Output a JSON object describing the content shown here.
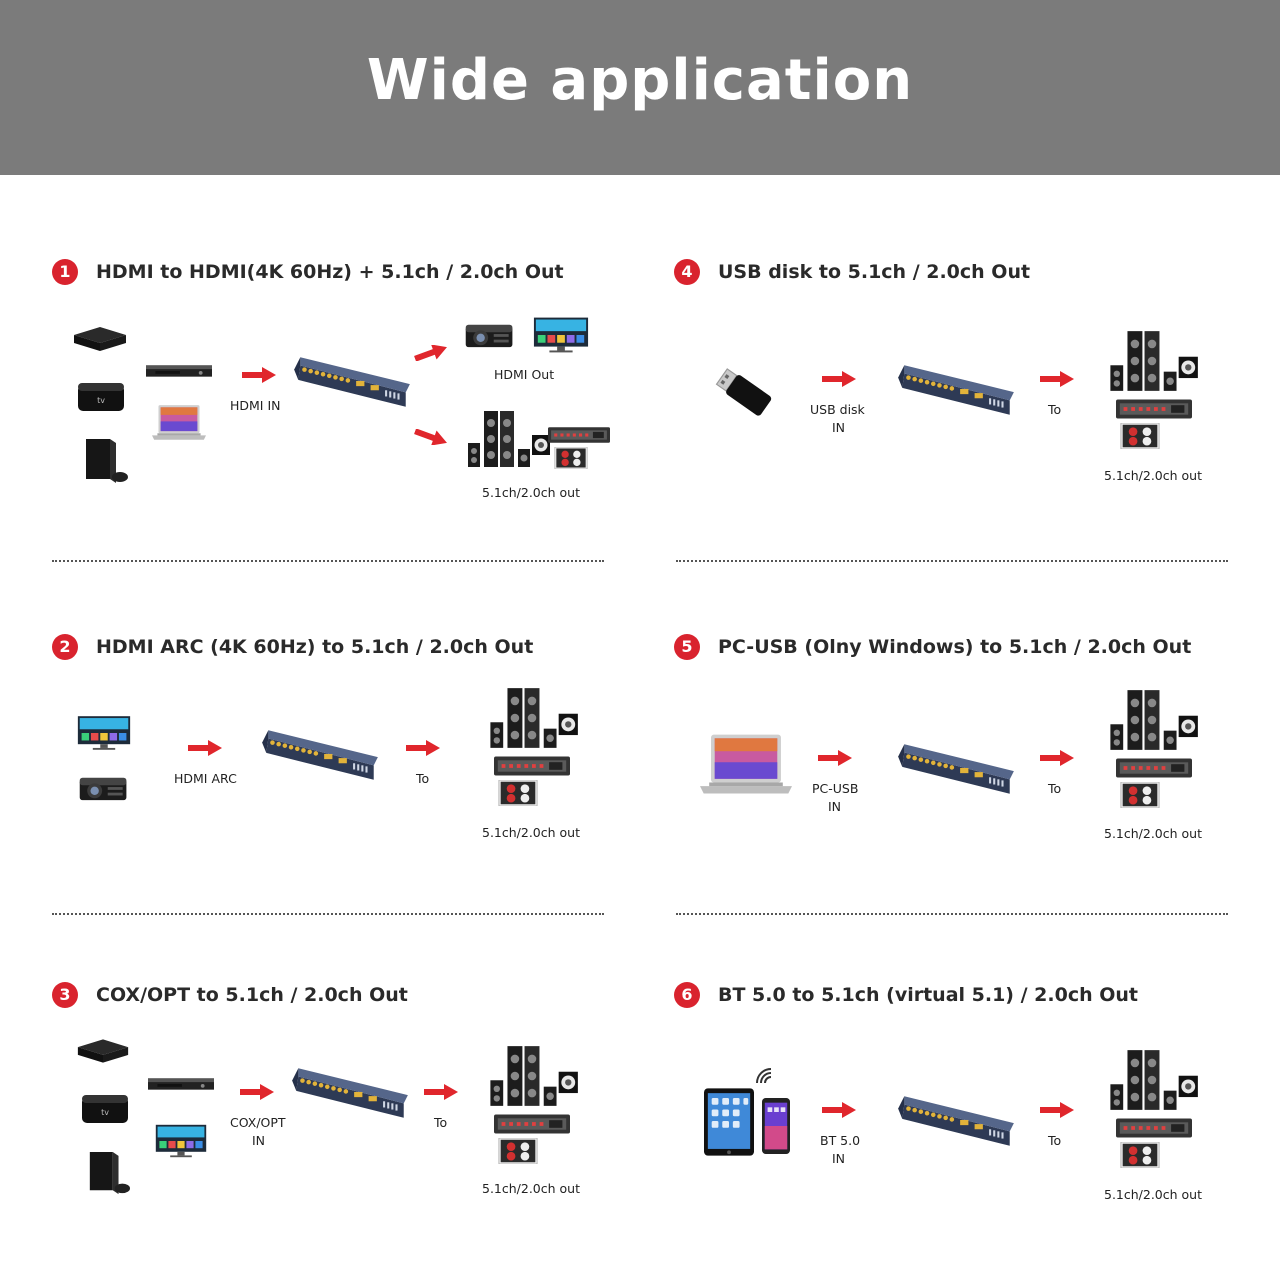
{
  "banner": {
    "title": "Wide application"
  },
  "sections": [
    {
      "num": "1",
      "title": "HDMI to HDMI(4K 60Hz) + 5.1ch / 2.0ch Out",
      "in_label": "HDMI IN",
      "out_top_label": "HDMI  Out",
      "out_label": "5.1ch/2.0ch out"
    },
    {
      "num": "2",
      "title": "HDMI ARC (4K 60Hz) to 5.1ch / 2.0ch Out",
      "in_label": "HDMI ARC",
      "to_label": "To",
      "out_label": "5.1ch/2.0ch out"
    },
    {
      "num": "3",
      "title": "COX/OPT to 5.1ch / 2.0ch Out",
      "in_label_1": "COX/OPT",
      "in_label_2": "IN",
      "to_label": "To",
      "out_label": "5.1ch/2.0ch out"
    },
    {
      "num": "4",
      "title": "USB disk to 5.1ch / 2.0ch Out",
      "in_label_1": "USB disk",
      "in_label_2": "IN",
      "to_label": "To",
      "out_label": "5.1ch/2.0ch out"
    },
    {
      "num": "5",
      "title": "PC-USB (Olny Windows) to 5.1ch / 2.0ch Out",
      "in_label_1": "PC-USB",
      "in_label_2": "IN",
      "to_label": "To",
      "out_label": "5.1ch/2.0ch out"
    },
    {
      "num": "6",
      "title": "BT 5.0 to 5.1ch (virtual 5.1) / 2.0ch Out",
      "in_label_1": "BT 5.0",
      "in_label_2": "IN",
      "to_label": "To",
      "out_label": "5.1ch/2.0ch out"
    }
  ],
  "colors": {
    "banner": "#7b7b7b",
    "accent": "#d9232e",
    "arrow": "#e0262c",
    "device": "#3c4a66"
  }
}
